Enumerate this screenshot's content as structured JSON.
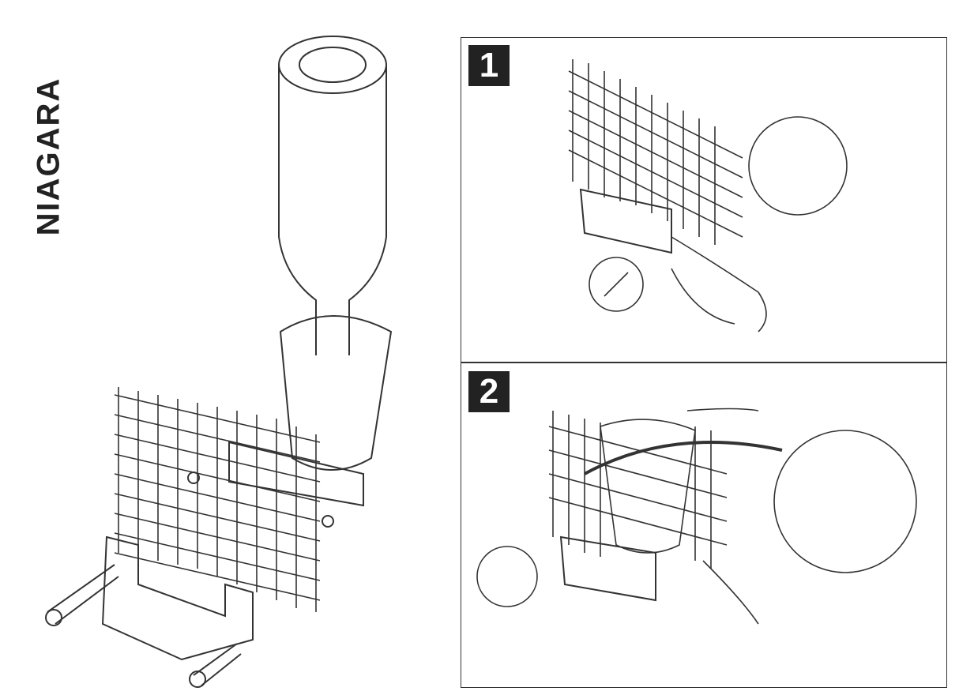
{
  "title": "NIAGARA",
  "steps": [
    {
      "number": "1"
    },
    {
      "number": "2"
    }
  ]
}
